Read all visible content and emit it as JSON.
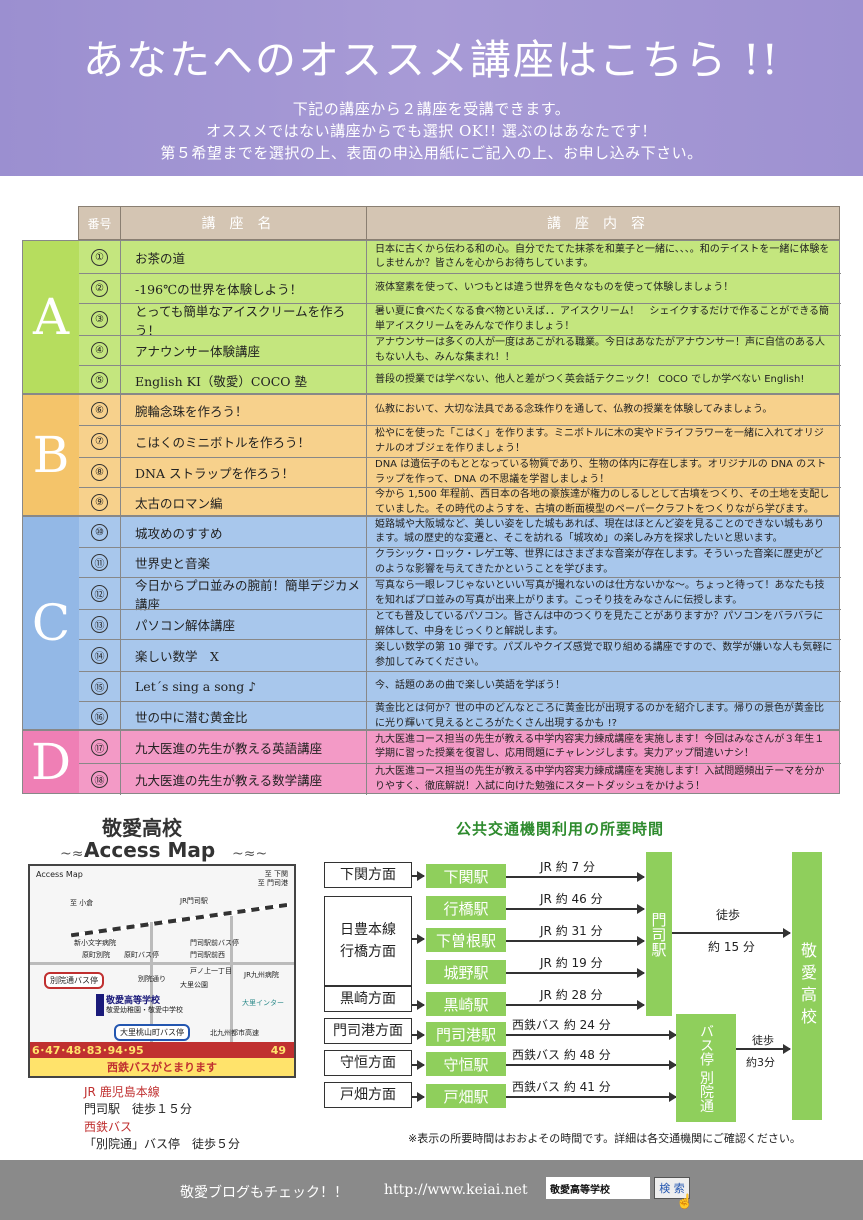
{
  "header": {
    "title": "あなたへのオススメ講座はこちら !!",
    "line1": "下記の講座から２講座を受講できます。",
    "line2": "オススメではない講座からでも選択 OK!! 選ぶのはあなたです！",
    "line3": "第５希望までを選択の上、表面の申込用紙にご記入の上、お申し込み下さい。"
  },
  "table": {
    "col_no": "番号",
    "col_name": "講座名",
    "col_desc": "講座内容",
    "groups": [
      {
        "letter": "A",
        "color": "#c4e67e",
        "rows": [
          {
            "no": "①",
            "name": "お茶の道",
            "desc": "日本に古くから伝わる和の心。自分でたてた抹茶を和菓子と一緒に、、、。和のテイストを一緒に体験をしませんか？皆さんを心からお待ちしています。"
          },
          {
            "no": "②",
            "name": "-196℃の世界を体験しよう！",
            "desc": "液体窒素を使って、いつもとは違う世界を色々なものを使って体験しましょう！"
          },
          {
            "no": "③",
            "name": "とっても簡単なアイスクリームを作ろう！",
            "desc": "暑い夏に食べたくなる食べ物といえば．．アイスクリーム！　シェイクするだけで作ることができる簡単アイスクリームをみんなで作りましょう！"
          },
          {
            "no": "④",
            "name": "アナウンサー体験講座",
            "desc": "アナウンサーは多くの人が一度はあこがれる職業。今日はあなたがアナウンサー！声に自信のある人もない人も、みんな集まれ！！"
          },
          {
            "no": "⑤",
            "name": "English KI（敬愛）COCO 塾",
            "desc": "普段の授業では学べない、他人と差がつく英会話テクニック！ COCO でしか学べない English!"
          }
        ]
      },
      {
        "letter": "B",
        "color": "#f7d18c",
        "rows": [
          {
            "no": "⑥",
            "name": "腕輪念珠を作ろう！",
            "desc": "仏教において、大切な法具である念珠作りを通して、仏教の授業を体験してみましょう。"
          },
          {
            "no": "⑦",
            "name": "こはくのミニボトルを作ろう！",
            "desc": "松やにを使った「こはく」を作ります。ミニボトルに木の実やドライフラワーを一緒に入れてオリジナルのオブジェを作りましょう！"
          },
          {
            "no": "⑧",
            "name": "DNA ストラップを作ろう！",
            "desc": "DNA は遺伝子のもととなっている物質であり、生物の体内に存在します。オリジナルの DNA のストラップを作って、DNA の不思議を学習しましょう！"
          },
          {
            "no": "⑨",
            "name": "太古のロマン編",
            "desc": "今から 1,500 年程前、西日本の各地の豪族達が権力のしるしとして古墳をつくり、その土地を支配していました。その時代のようすを、古墳の断面模型のペーパークラフトをつくりながら学びます。"
          }
        ]
      },
      {
        "letter": "C",
        "color": "#a8c7ec",
        "rows": [
          {
            "no": "⑩",
            "name": "城攻めのすすめ",
            "desc": "姫路城や大阪城など、美しい姿をした城もあれば、現在はほとんど姿を見ることのできない城もあります。城の歴史的な変遷と、そこを訪れる「城攻め」の楽しみ方を探求したいと思います。"
          },
          {
            "no": "⑪",
            "name": "世界史と音楽",
            "desc": "クラシック・ロック・レゲエ等、世界にはさまざまな音楽が存在します。そういった音楽に歴史がどのような影響を与えてきたかということを学びます。"
          },
          {
            "no": "⑫",
            "name": "今日からプロ並みの腕前！簡単デジカメ講座",
            "desc": "写真なら一眼レフじゃないといい写真が撮れないのは仕方ないかな〜。ちょっと待って！あなたも技を知ればプロ並みの写真が出来上がります。こっそり技をみなさんに伝授します。"
          },
          {
            "no": "⑬",
            "name": "パソコン解体講座",
            "desc": "とても普及しているパソコン。皆さんは中のつくりを見たことがありますか？パソコンをバラバラに解体して、中身をじっくりと解説します。"
          },
          {
            "no": "⑭",
            "name": "楽しい数学　X",
            "desc": "楽しい数学の第 10 弾です。パズルやクイズ感覚で取り組める講座ですので、数学が嫌いな人も気軽に参加してみてください。"
          },
          {
            "no": "⑮",
            "name": "Let´s sing a song ♪",
            "desc": "今、話題のあの曲で楽しい英語を学ぼう！"
          },
          {
            "no": "⑯",
            "name": "世の中に潜む黄金比",
            "desc": "黄金比とは何か？世の中のどんなところに黄金比が出現するのかを紹介します。帰りの景色が黄金比に光り輝いて見えるところがたくさん出現するかも !?"
          }
        ]
      },
      {
        "letter": "D",
        "color": "#f39ac6",
        "rows": [
          {
            "no": "⑰",
            "name": "九大医進の先生が教える英語講座",
            "desc": "九大医進コース担当の先生が教える中学内容実力練成講座を実施します！今回はみなさんが３年生１学期に習った授業を復習し、応用問題にチャレンジします。実力アップ間違いナシ！"
          },
          {
            "no": "⑱",
            "name": "九大医進の先生が教える数学講座",
            "desc": "九大医進コース担当の先生が教える中学内容実力練成講座を実施します！入試問題頻出テーマを分かりやすく、徹底解説！入試に向けた勉強にスタートダッシュをかけよう！"
          }
        ]
      }
    ]
  },
  "access": {
    "school": "敬愛高校",
    "title": "Access Map",
    "map": {
      "heading": "Access Map",
      "jr_station": "JR門司駅",
      "school": "敬愛高等学校",
      "school_sub": "敬愛幼稚園・敬愛中学校",
      "stop_betsuin": "別院通バス停",
      "stop_oosato": "大里桃山町バス停",
      "expressway": "北九州都市高速",
      "bus_routes": "6･47･48･83･94･95",
      "bus_route_right": "49",
      "bus_banner": "西鉄バスがとまります",
      "labels": [
        "新小文字病院",
        "原町別院",
        "原町バス停",
        "門司駅前バス停",
        "門司駅前西",
        "JR九州病院",
        "大里公園",
        "別院通り",
        "戸ノ上一丁目",
        "大里インター",
        "至 下関",
        "至 門司港",
        "至 小倉"
      ]
    },
    "route_jr_label": "JR 鹿児島本線",
    "route_jr": "門司駅　徒歩１５分",
    "route_bus_label": "西鉄バス",
    "route_bus": "「別院通」バス停　徒歩５分"
  },
  "transit": {
    "title": "公共交通機関利用の所要時間",
    "areas": [
      "下関方面",
      "日豊本線\n行橋方面",
      "黒崎方面",
      "門司港方面",
      "守恒方面",
      "戸畑方面"
    ],
    "stations": [
      "下関駅",
      "行橋駅",
      "下曽根駅",
      "城野駅",
      "黒崎駅",
      "門司港駅",
      "守恒駅",
      "戸畑駅"
    ],
    "times": [
      "JR 約 7 分",
      "JR 約 46 分",
      "JR 約 31 分",
      "JR 約 19 分",
      "JR 約 28 分",
      "西鉄バス 約 24 分",
      "西鉄バス 約 48 分",
      "西鉄バス 約 41 分"
    ],
    "moji_station": "門司駅",
    "walk_label": "徒歩",
    "walk_time": "約 15 分",
    "bus_stop": "バス停 別院通",
    "bus_walk_label": "徒歩",
    "bus_walk_time": "約3分",
    "destination": "敬愛高校",
    "note": "※表示の所要時間はおおよその時間です。詳細は各交通機関にご確認ください。"
  },
  "footer": {
    "check": "敬愛ブログもチェック！！",
    "url": "http://www.keiai.net",
    "search_value": "敬愛高等学校",
    "search_button": "検 索"
  },
  "colors": {
    "header": "#a89bd6",
    "groupA": "#c4e67e",
    "groupB": "#f7d18c",
    "groupC": "#a8c7ec",
    "groupD": "#f39ac6",
    "station_green": "#8fcf5c",
    "footer": "#8a8a8a"
  }
}
